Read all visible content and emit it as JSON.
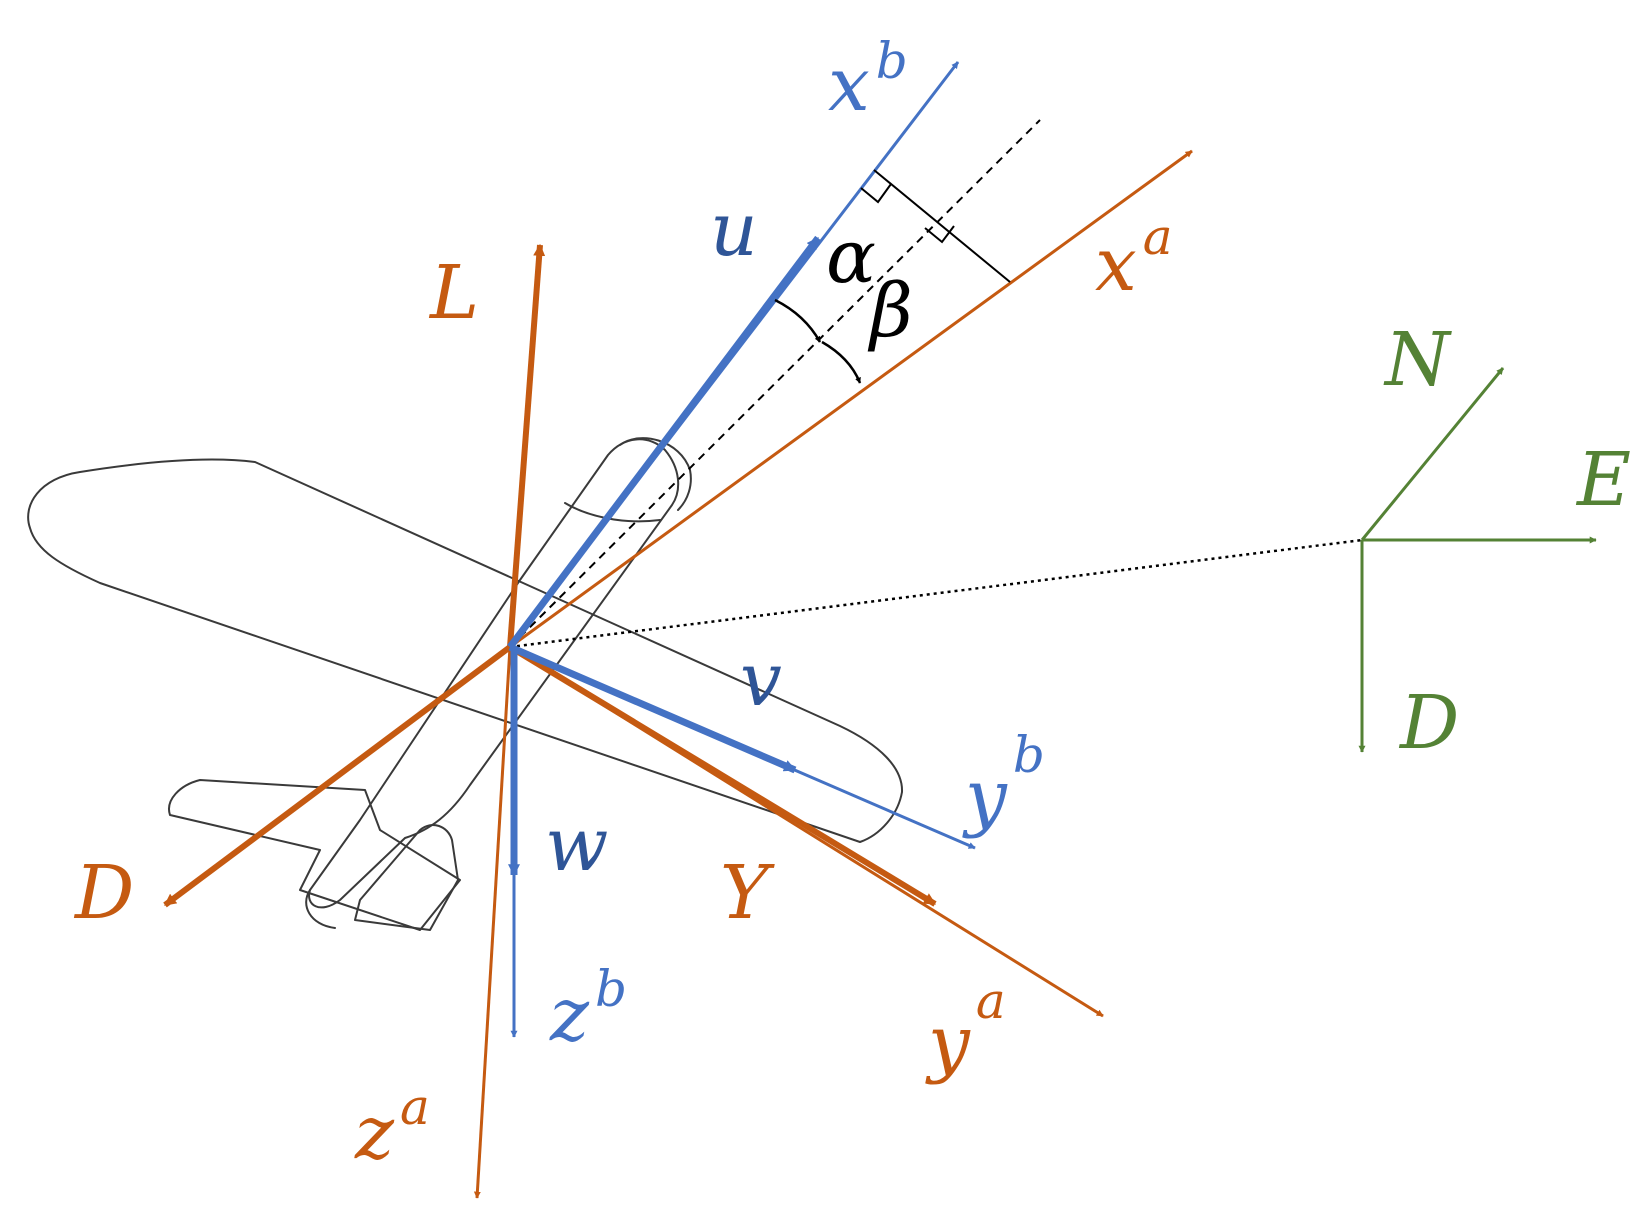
{
  "colors": {
    "body_axes": "#4472c4",
    "body_velocity": "#2f5597",
    "wind_axes": "#c55a11",
    "ned_axes": "#548235",
    "angles": "#000000"
  },
  "labels": {
    "xb": {
      "main": "x",
      "sup": "b"
    },
    "yb": {
      "main": "y",
      "sup": "b"
    },
    "zb": {
      "main": "z",
      "sup": "b"
    },
    "xa": {
      "main": "x",
      "sup": "a"
    },
    "ya": {
      "main": "y",
      "sup": "a"
    },
    "za": {
      "main": "z",
      "sup": "a"
    },
    "u": "u",
    "v": "v",
    "w": "w",
    "lift": "L",
    "drag": "D",
    "side_force": "Y",
    "alpha": "α",
    "beta": "β",
    "north": "N",
    "east": "E",
    "down": "D"
  }
}
